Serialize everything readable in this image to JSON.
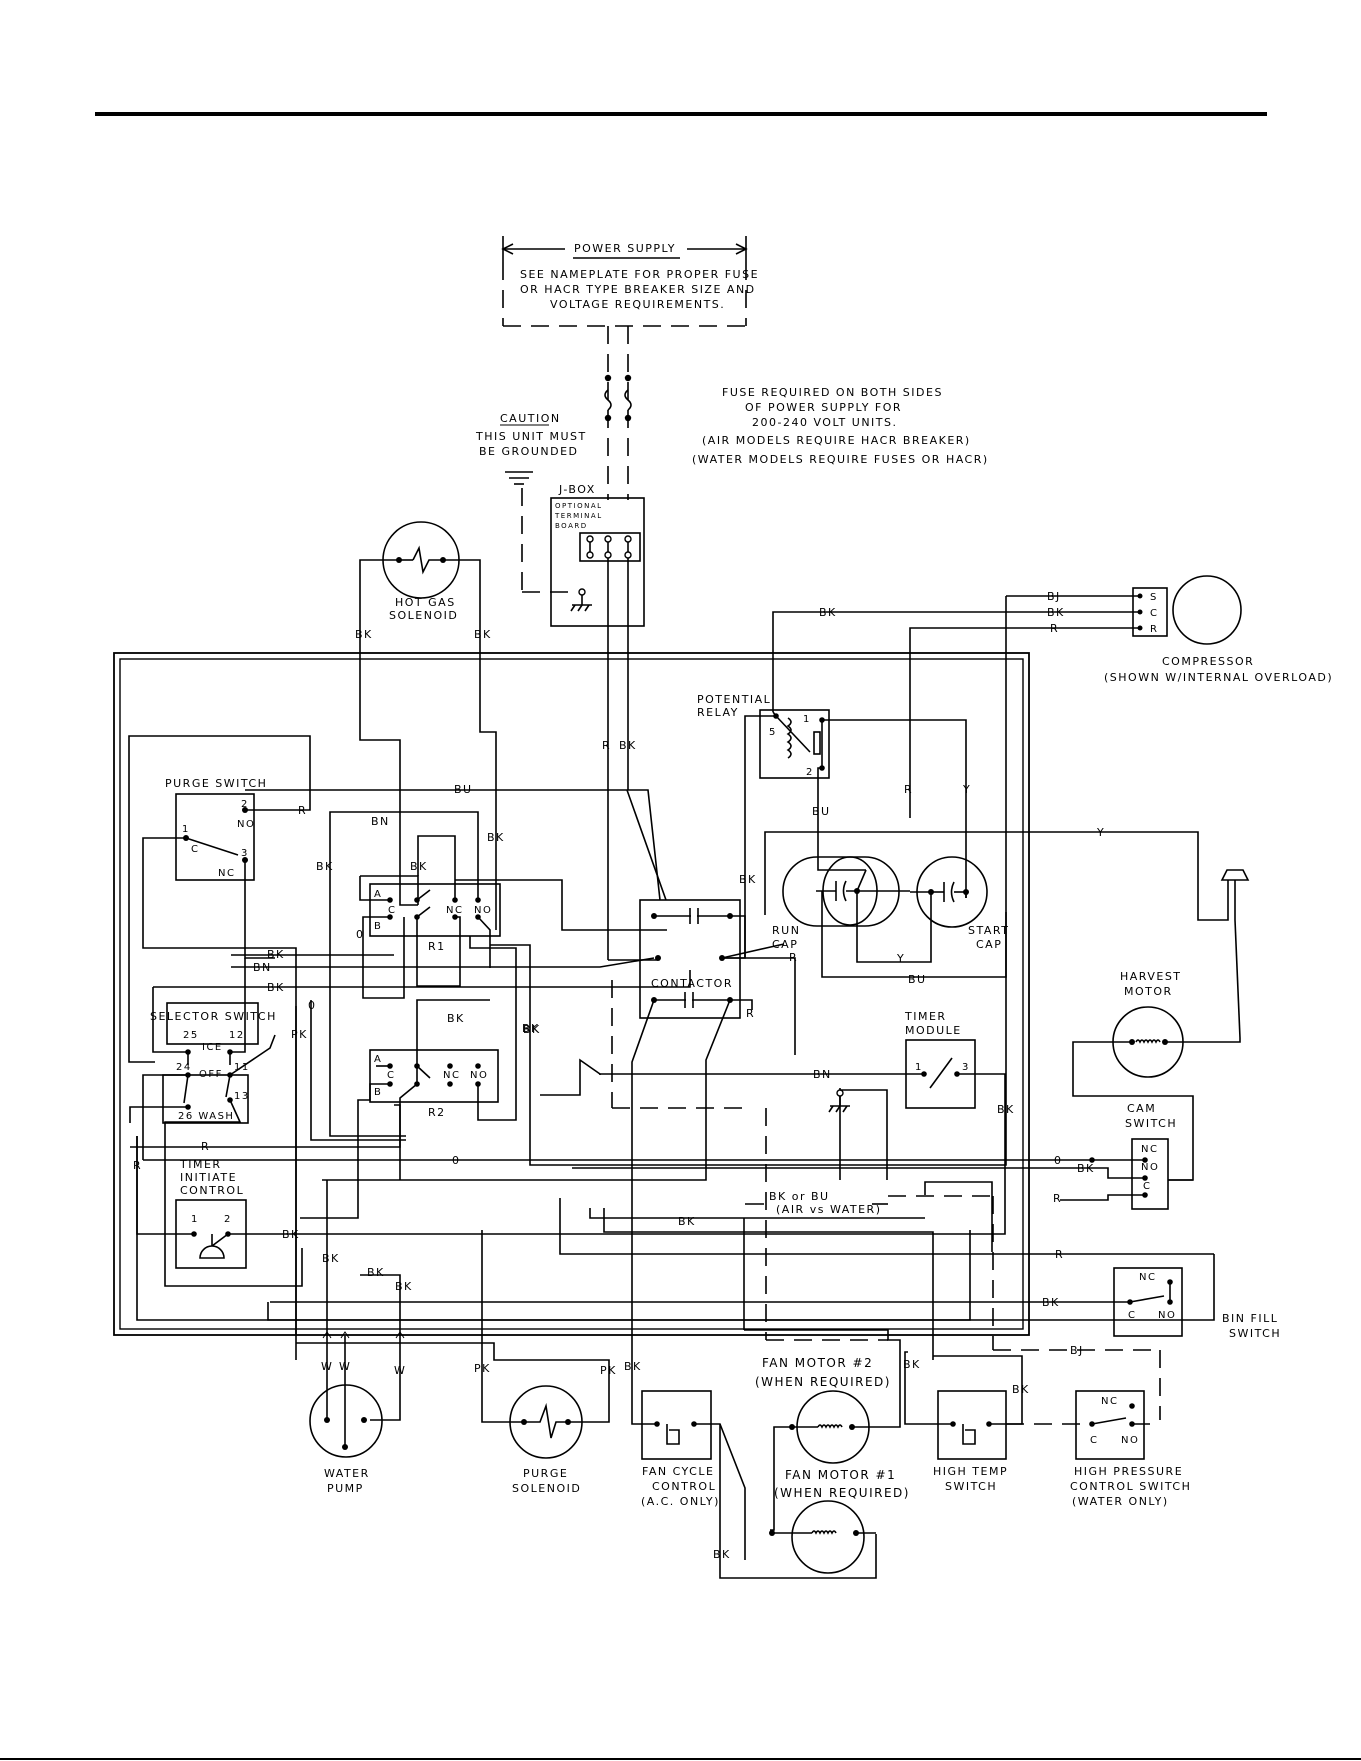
{
  "power_supply": {
    "title": "POWER SUPPLY",
    "note_1": "SEE NAMEPLATE FOR PROPER FUSE",
    "note_2": "OR HACR TYPE BREAKER SIZE AND",
    "note_3": "VOLTAGE REQUIREMENTS."
  },
  "fuse_note": {
    "line_1": "FUSE REQUIRED ON BOTH SIDES",
    "line_2": "OF POWER SUPPLY FOR",
    "line_3": "200-240 VOLT UNITS.",
    "line_4": "(AIR MODELS REQUIRE HACR BREAKER)",
    "line_5": "(WATER MODELS REQUIRE FUSES OR HACR)"
  },
  "caution": {
    "title": "CAUTION",
    "line_1": "THIS UNIT MUST",
    "line_2": "BE GROUNDED"
  },
  "jbox": {
    "title": "J-BOX",
    "line_1": "OPTIONAL",
    "line_2": "TERMINAL",
    "line_3": "BOARD"
  },
  "hot_gas_solenoid": {
    "line_1": "HOT GAS",
    "line_2": "SOLENOID"
  },
  "compressor": {
    "line_1": "COMPRESSOR",
    "line_2": "(SHOWN W/INTERNAL OVERLOAD)",
    "pins": [
      "S",
      "C",
      "R"
    ]
  },
  "potential_relay": {
    "line_1": "POTENTIAL",
    "line_2": "RELAY",
    "pin_5": "5",
    "pin_1": "1",
    "pin_2": "2"
  },
  "purge_switch": {
    "title": "PURGE SWITCH",
    "pin_2": "2",
    "no": "NO",
    "pin_1": "1",
    "c": "C",
    "pin_3": "3",
    "nc": "NC"
  },
  "relay_r1": {
    "name": "R1",
    "a": "A",
    "c": "C",
    "b": "B",
    "nc": "NC",
    "no": "NO"
  },
  "relay_r2": {
    "name": "R2",
    "a": "A",
    "c": "C",
    "b": "B",
    "nc": "NC",
    "no": "NO"
  },
  "contactor": {
    "title": "CONTACTOR"
  },
  "run_cap": {
    "line_1": "RUN",
    "line_2": "CAP"
  },
  "start_cap": {
    "line_1": "START",
    "line_2": "CAP"
  },
  "harvest_motor": {
    "line_1": "HARVEST",
    "line_2": "MOTOR"
  },
  "selector_switch": {
    "title": "SELECTOR SWITCH",
    "p25": "25",
    "ice": "ICE",
    "p12": "12",
    "p24": "24",
    "off": "OFF",
    "p11": "11",
    "p13": "13",
    "wash": "26 WASH"
  },
  "timer_module": {
    "line_1": "TIMER",
    "line_2": "MODULE",
    "pin_1": "1",
    "pin_3": "3"
  },
  "cam_switch": {
    "line_1": "CAM",
    "line_2": "SWITCH",
    "nc": "NC",
    "no": "NO",
    "c": "C"
  },
  "timer_initiate": {
    "line_1": "TIMER",
    "line_2": "INITIATE",
    "line_3": "CONTROL",
    "pin_1": "1",
    "pin_2": "2"
  },
  "bin_fill": {
    "line_1": "BIN FILL",
    "line_2": "SWITCH",
    "nc": "NC",
    "c": "C",
    "no": "NO"
  },
  "air_water_note": {
    "line_1": "BK or BU",
    "line_2": "(AIR vs WATER)"
  },
  "water_pump": {
    "line_1": "WATER",
    "line_2": "PUMP"
  },
  "purge_solenoid": {
    "line_1": "PURGE",
    "line_2": "SOLENOID"
  },
  "fan_cycle": {
    "line_1": "FAN CYCLE",
    "line_2": "CONTROL",
    "line_3": "(A.C. ONLY)"
  },
  "fan_motor_2": {
    "line_1": "FAN MOTOR #2",
    "line_2": "(WHEN REQUIRED)"
  },
  "fan_motor_1": {
    "line_1": "FAN MOTOR #1",
    "line_2": "(WHEN REQUIRED)"
  },
  "high_temp": {
    "line_1": "HIGH TEMP",
    "line_2": "SWITCH"
  },
  "high_pressure": {
    "line_1": "HIGH PRESSURE",
    "line_2": "CONTROL SWITCH",
    "line_3": "(WATER ONLY)",
    "nc": "NC",
    "c": "C",
    "no": "NO"
  },
  "wire_colors": {
    "bk": "BK",
    "bu": "BU",
    "bj": "BJ",
    "r": "R",
    "y": "Y",
    "bn": "BN",
    "pk": "PK",
    "w": "W",
    "o": "0"
  }
}
